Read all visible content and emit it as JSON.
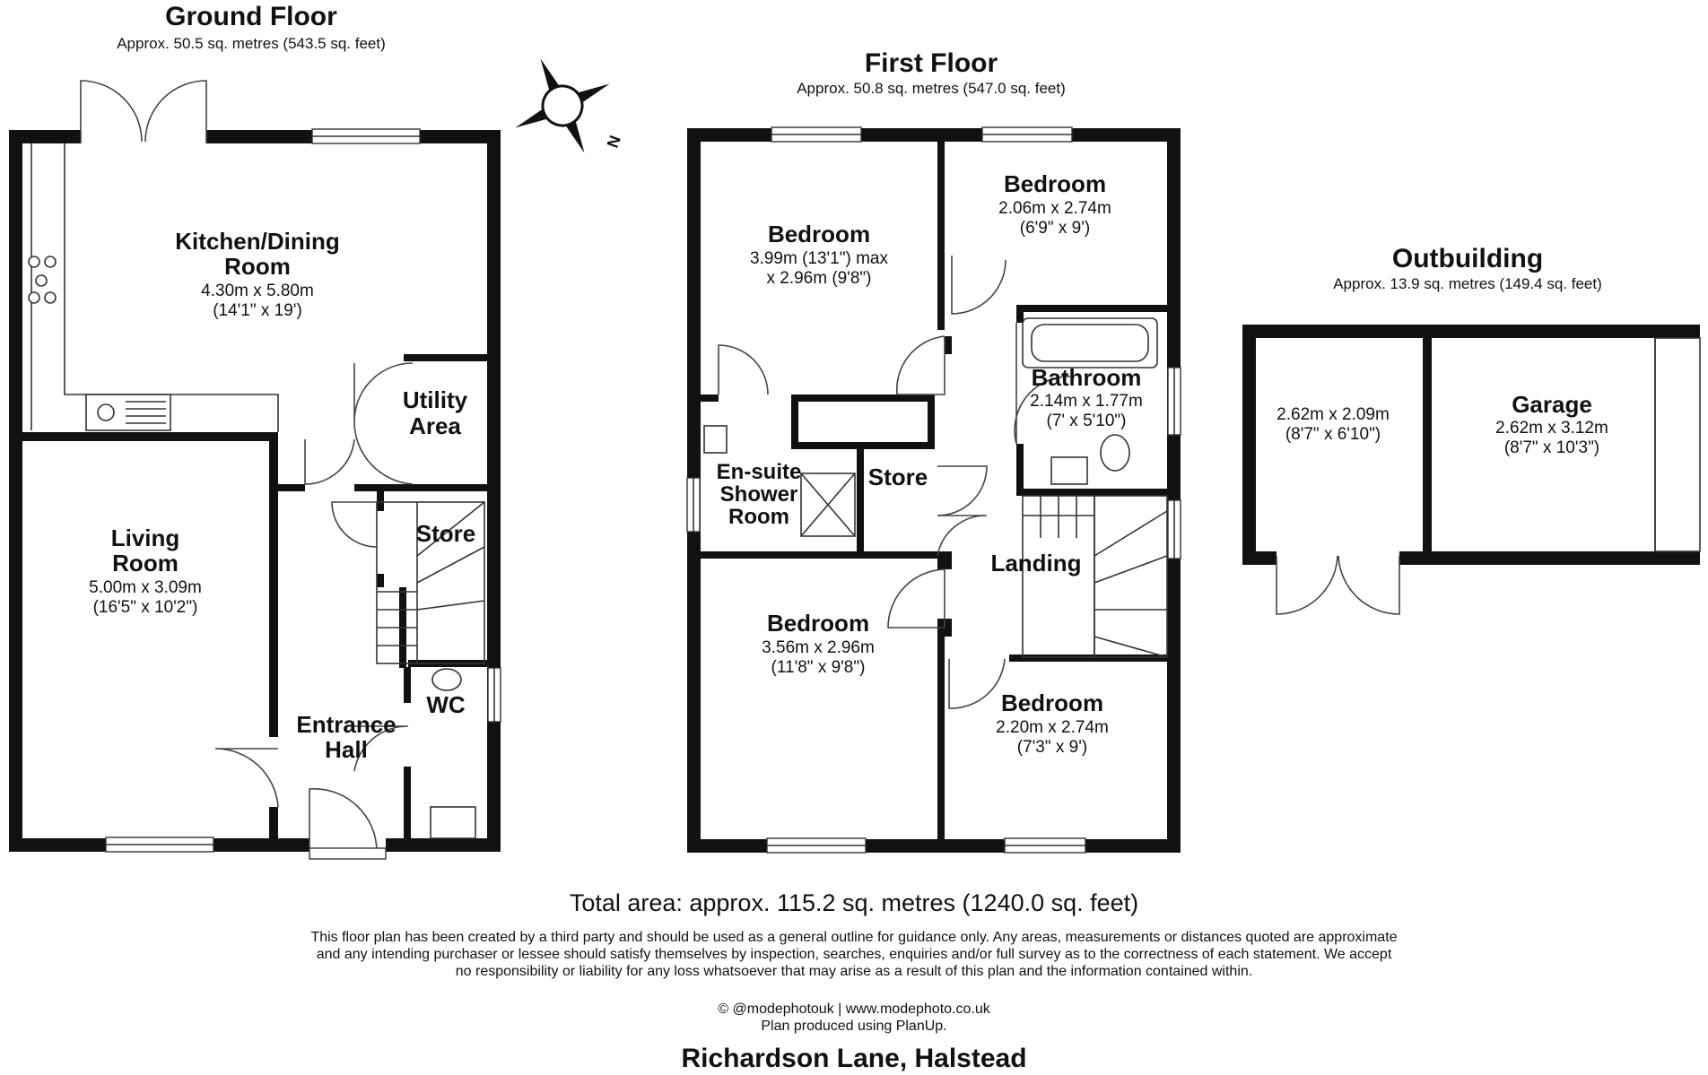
{
  "floors": {
    "ground": {
      "title": "Ground Floor",
      "area": "Approx. 50.5 sq. metres (543.5 sq. feet)",
      "rooms": {
        "kitchen": {
          "name_1": "Kitchen/Dining",
          "name_2": "Room",
          "dim_1": "4.30m x 5.80m",
          "dim_2": "(14'1\" x 19')"
        },
        "utility": {
          "name_1": "Utility",
          "name_2": "Area"
        },
        "living": {
          "name_1": "Living",
          "name_2": "Room",
          "dim_1": "5.00m x 3.09m",
          "dim_2": "(16'5\" x 10'2\")"
        },
        "store": {
          "name": "Store"
        },
        "wc": {
          "name": "WC"
        },
        "hall": {
          "name_1": "Entrance",
          "name_2": "Hall"
        }
      }
    },
    "first": {
      "title": "First Floor",
      "area": "Approx. 50.8 sq. metres (547.0 sq. feet)",
      "rooms": {
        "bedroom_main": {
          "name": "Bedroom",
          "dim_1": "3.99m (13'1\") max",
          "dim_2": "x 2.96m (9'8\")"
        },
        "bedroom_small_top": {
          "name": "Bedroom",
          "dim_1": "2.06m x 2.74m",
          "dim_2": "(6'9\" x 9')"
        },
        "bathroom": {
          "name": "Bathroom",
          "dim_1": "2.14m x 1.77m",
          "dim_2": "(7' x 5'10\")"
        },
        "ensuite": {
          "name_1": "En-suite",
          "name_2": "Shower",
          "name_3": "Room"
        },
        "store": {
          "name": "Store"
        },
        "landing": {
          "name": "Landing"
        },
        "bedroom_front": {
          "name": "Bedroom",
          "dim_1": "3.56m x 2.96m",
          "dim_2": "(11'8\" x 9'8\")"
        },
        "bedroom_small_bottom": {
          "name": "Bedroom",
          "dim_1": "2.20m x 2.74m",
          "dim_2": "(7'3\" x 9')"
        }
      }
    },
    "outbuilding": {
      "title": "Outbuilding",
      "area": "Approx. 13.9 sq. metres (149.4 sq. feet)",
      "rooms": {
        "room": {
          "dim_1": "2.62m x 2.09m",
          "dim_2": "(8'7\" x 6'10\")"
        },
        "garage": {
          "name": "Garage",
          "dim_1": "2.62m x 3.12m",
          "dim_2": "(8'7\" x 10'3\")"
        }
      }
    }
  },
  "compass": {
    "label": "N",
    "icon": "compass-icon"
  },
  "footer": {
    "total": "Total area: approx. 115.2 sq. metres (1240.0 sq. feet)",
    "disclaimer_1": "This floor plan has been created by a third party and should be used as a general outline for guidance only. Any areas, measurements or distances quoted are approximate",
    "disclaimer_2": "and any intending purchaser or lessee should satisfy themselves by inspection, searches, enquiries and/or full survey as to the correctness of each statement. We accept",
    "disclaimer_3": "no responsibility or liability for any loss whatsoever that may arise as a result of this plan and the information contained within.",
    "credit_1": "© @modephotouk | www.modephoto.co.uk",
    "credit_2": "Plan produced using PlanUp.",
    "address": "Richardson Lane, Halstead"
  },
  "colors": {
    "wall": "#111111",
    "background": "#ffffff"
  }
}
